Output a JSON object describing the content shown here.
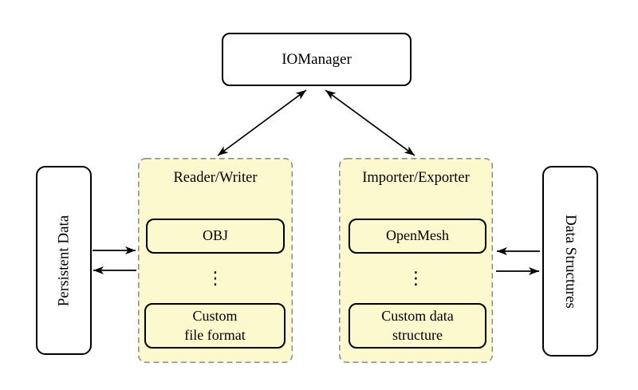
{
  "diagram": {
    "iomanager_label": "IOManager",
    "persistent_data_label": "Persistent Data",
    "data_structures_label": "Data Structures",
    "reader_writer": {
      "title": "Reader/Writer",
      "top_item": "OBJ",
      "ellipsis": "⋮",
      "bottom_item_line1": "Custom",
      "bottom_item_line2": "file format"
    },
    "importer_exporter": {
      "title": "Importer/Exporter",
      "top_item": "OpenMesh",
      "ellipsis": "⋮",
      "bottom_item_line1": "Custom data",
      "bottom_item_line2": "structure"
    },
    "colors": {
      "background": "#ffffff",
      "container_fill": "#fcf9cf",
      "container_dash_border": "#8f8f8f",
      "node_border": "#000000",
      "node_fill": "#ffffff",
      "arrow": "#000000"
    }
  }
}
